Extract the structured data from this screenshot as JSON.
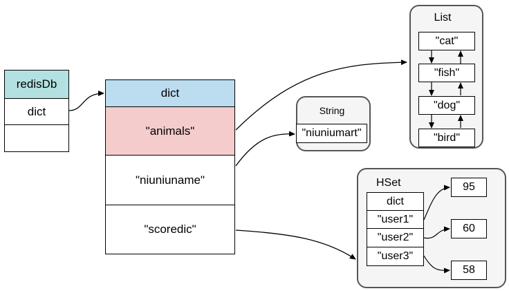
{
  "redisDb": {
    "title": "redisDb",
    "field": "dict",
    "empty": "",
    "header_color": "#b3e0e0"
  },
  "dict": {
    "header": "dict",
    "keys": [
      "\"animals\"",
      "\"niuniuname\"",
      "\"scoredic\""
    ],
    "header_color": "#bcdcef",
    "highlight_color": "#f5cccc"
  },
  "list": {
    "title": "List",
    "items": [
      "\"cat\"",
      "\"fish\"",
      "\"dog\"",
      "\"bird\""
    ]
  },
  "string": {
    "title": "String",
    "value": "\"niuniumart\""
  },
  "hset": {
    "title": "HSet",
    "header": "dict",
    "fields": [
      "\"user1\"",
      "\"user2\"",
      "\"user3\""
    ],
    "values": [
      "95",
      "60",
      "58"
    ]
  }
}
